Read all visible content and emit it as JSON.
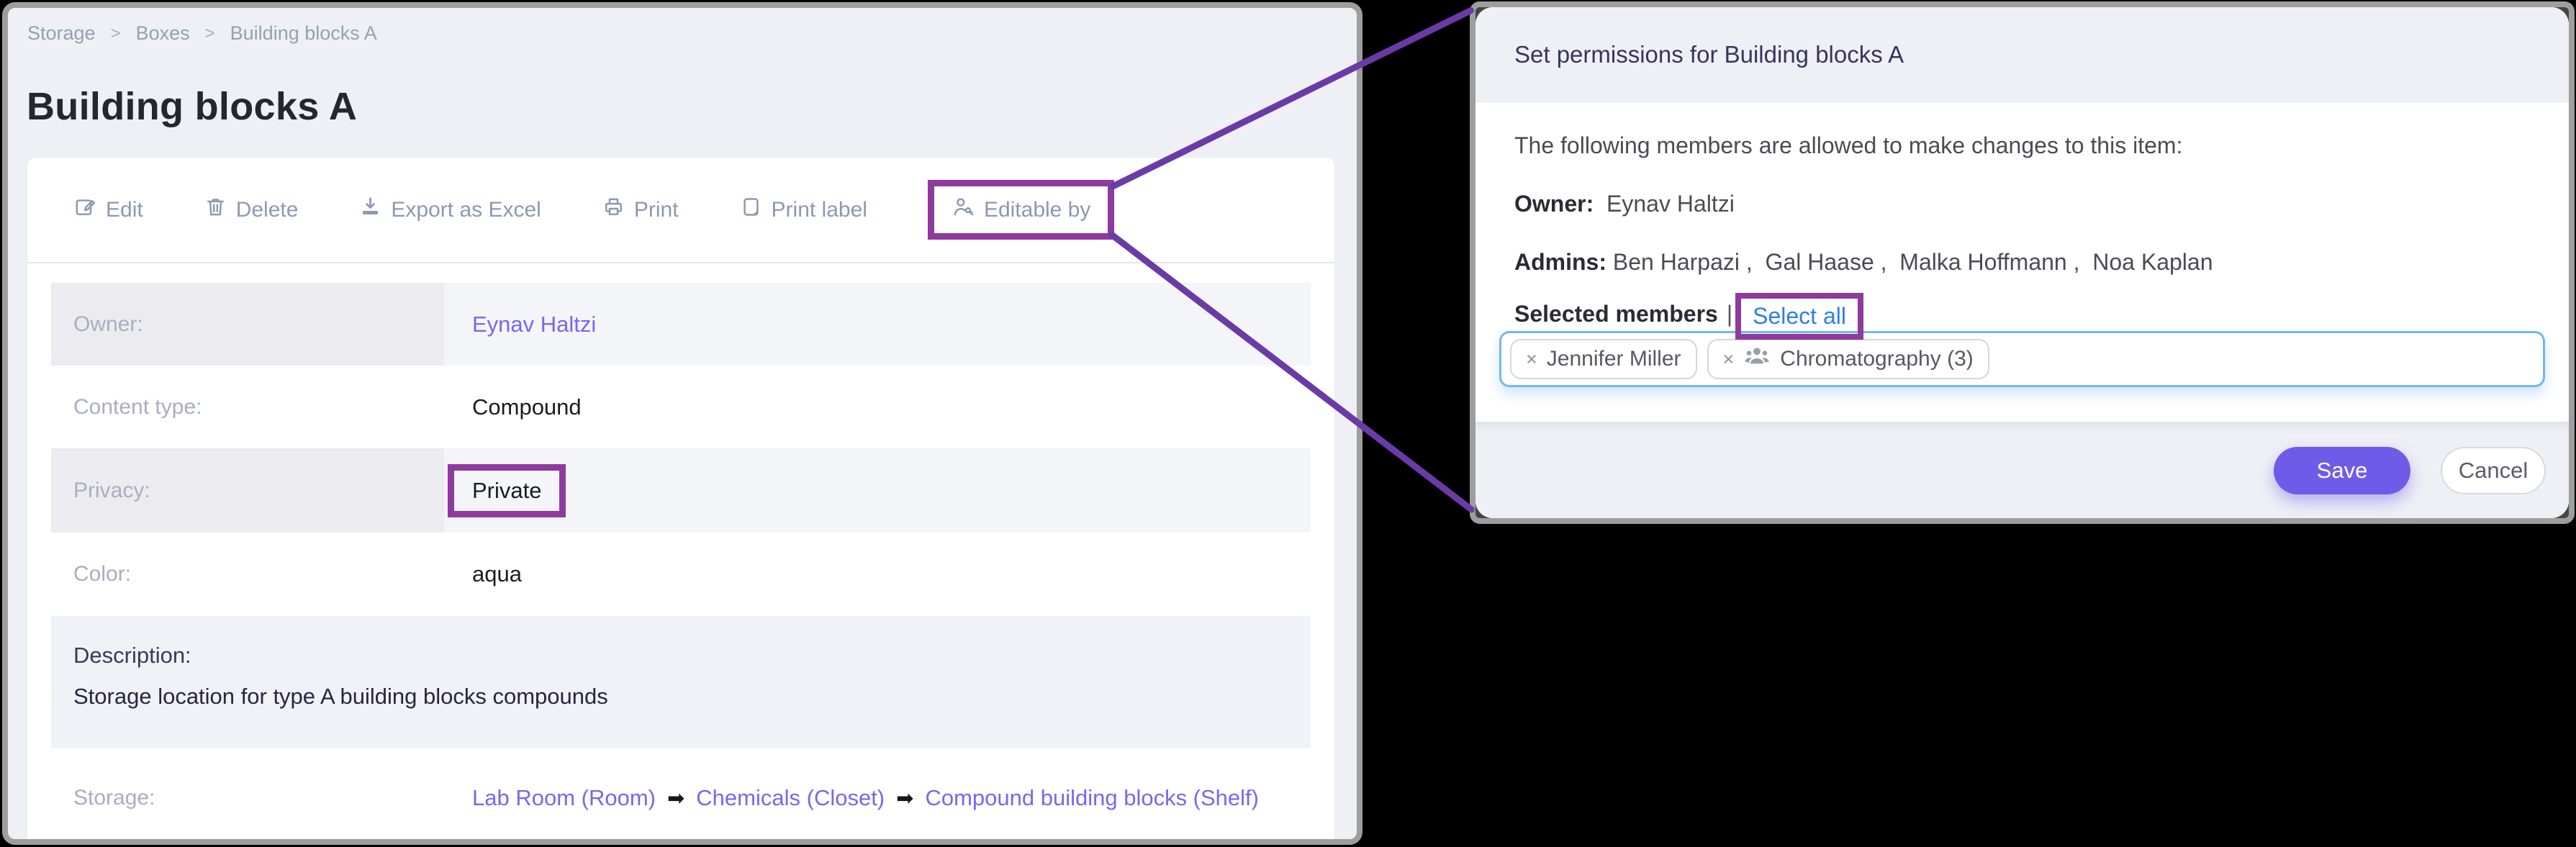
{
  "page": {
    "breadcrumb": {
      "separator": ">",
      "items": [
        "Storage",
        "Boxes",
        "Building blocks A"
      ]
    },
    "title": "Building blocks A",
    "toolbar": {
      "edit": "Edit",
      "delete": "Delete",
      "export": "Export as Excel",
      "print": "Print",
      "print_label": "Print label",
      "editable_by": "Editable by"
    },
    "details": {
      "owner_label": "Owner:",
      "owner_value": "Eynav Haltzi",
      "content_type_label": "Content type:",
      "content_type_value": "Compound",
      "privacy_label": "Privacy:",
      "privacy_value": "Private",
      "color_label": "Color:",
      "color_value": "aqua",
      "description_label": "Description:",
      "description_value": "Storage location for type A building blocks compounds",
      "storage_label": "Storage:",
      "storage_path": {
        "segment1": "Lab Room (Room)",
        "segment2": "Chemicals (Closet)",
        "segment3": "Compound building blocks (Shelf)",
        "arrow": "➡"
      }
    }
  },
  "modal": {
    "title": "Set permissions for Building blocks A",
    "intro": "The following members are allowed to make changes to this item:",
    "owner_label": "Owner:",
    "owner_value": "Eynav Haltzi",
    "admins_label": "Admins:",
    "admins_value": "Ben Harpazi ,  Gal Haase ,  Malka Hoffmann ,  Noa Kaplan",
    "selected_members_label": "Selected members",
    "separator": "|",
    "select_all_label": "Select all",
    "tags": {
      "remove_glyph": "×",
      "tag1": "Jennifer Miller",
      "tag2": "Chromatography (3)"
    },
    "save_label": "Save",
    "cancel_label": "Cancel"
  },
  "colors": {
    "annotation_box": "#8e3a9e",
    "annotation_line": "#6a3ba6",
    "accent_purple": "#6e5ce8",
    "link_purple": "#7668ee",
    "link_blue": "#2e7fe9",
    "input_border_blue": "#74b7ef"
  }
}
